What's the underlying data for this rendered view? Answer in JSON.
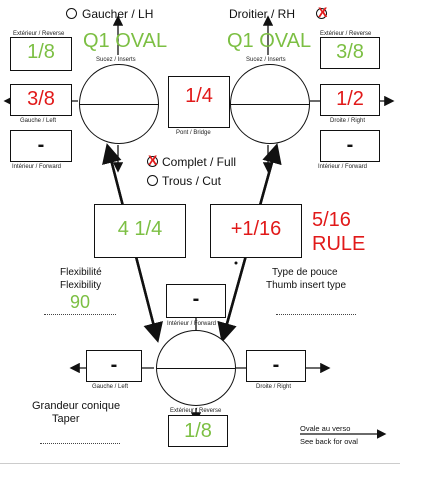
{
  "header": {
    "left_hand": "Gaucher / LH",
    "right_hand": "Droitier / RH",
    "right_hand_mark": "X"
  },
  "left": {
    "oval_label": "Q1 OVAL",
    "exterior_label": "Extérieur / Reverse",
    "exterior_value": "1/8",
    "inserts_label": "Sucez / Inserts",
    "left_label": "Gauche / Left",
    "left_value": "3/8",
    "interior_label": "Intérieur / Forward",
    "interior_value": "-"
  },
  "right": {
    "oval_label": "Q1 OVAL",
    "exterior_label": "Extérieur / Reverse",
    "exterior_value": "3/8",
    "inserts_label": "Sucez / Inserts",
    "right_label": "Droite / Right",
    "right_value": "1/2",
    "interior_label": "Intérieur / Forward",
    "interior_value": "-"
  },
  "bridge": {
    "label": "Pont / Bridge",
    "value": "1/4"
  },
  "options": {
    "complete": "Complet / Full",
    "complete_mark": "X",
    "holes": "Trous / Cut"
  },
  "span_left": "4 1/4",
  "span_right": "+1/16",
  "rule_note": "5/16\nRULE",
  "flex": {
    "label_fr": "Flexibilité",
    "label_en": "Flexibility",
    "value": "90"
  },
  "thumb": {
    "label_fr": "Type de pouce",
    "label_en": "Thumb insert type"
  },
  "thumb_hole": {
    "interior_label": "Intérieur / Forward",
    "interior_value": "-",
    "left_label": "Gauche / Left",
    "left_value": "-",
    "right_label": "Droite / Right",
    "right_value": "-",
    "exterior_label": "Extérieur / Reverse",
    "exterior_value": "1/8"
  },
  "taper": {
    "label_fr": "Grandeur conique",
    "label_en": "Taper"
  },
  "oval_back": {
    "label_fr": "Ovale au verso",
    "label_en": "See back for oval"
  }
}
